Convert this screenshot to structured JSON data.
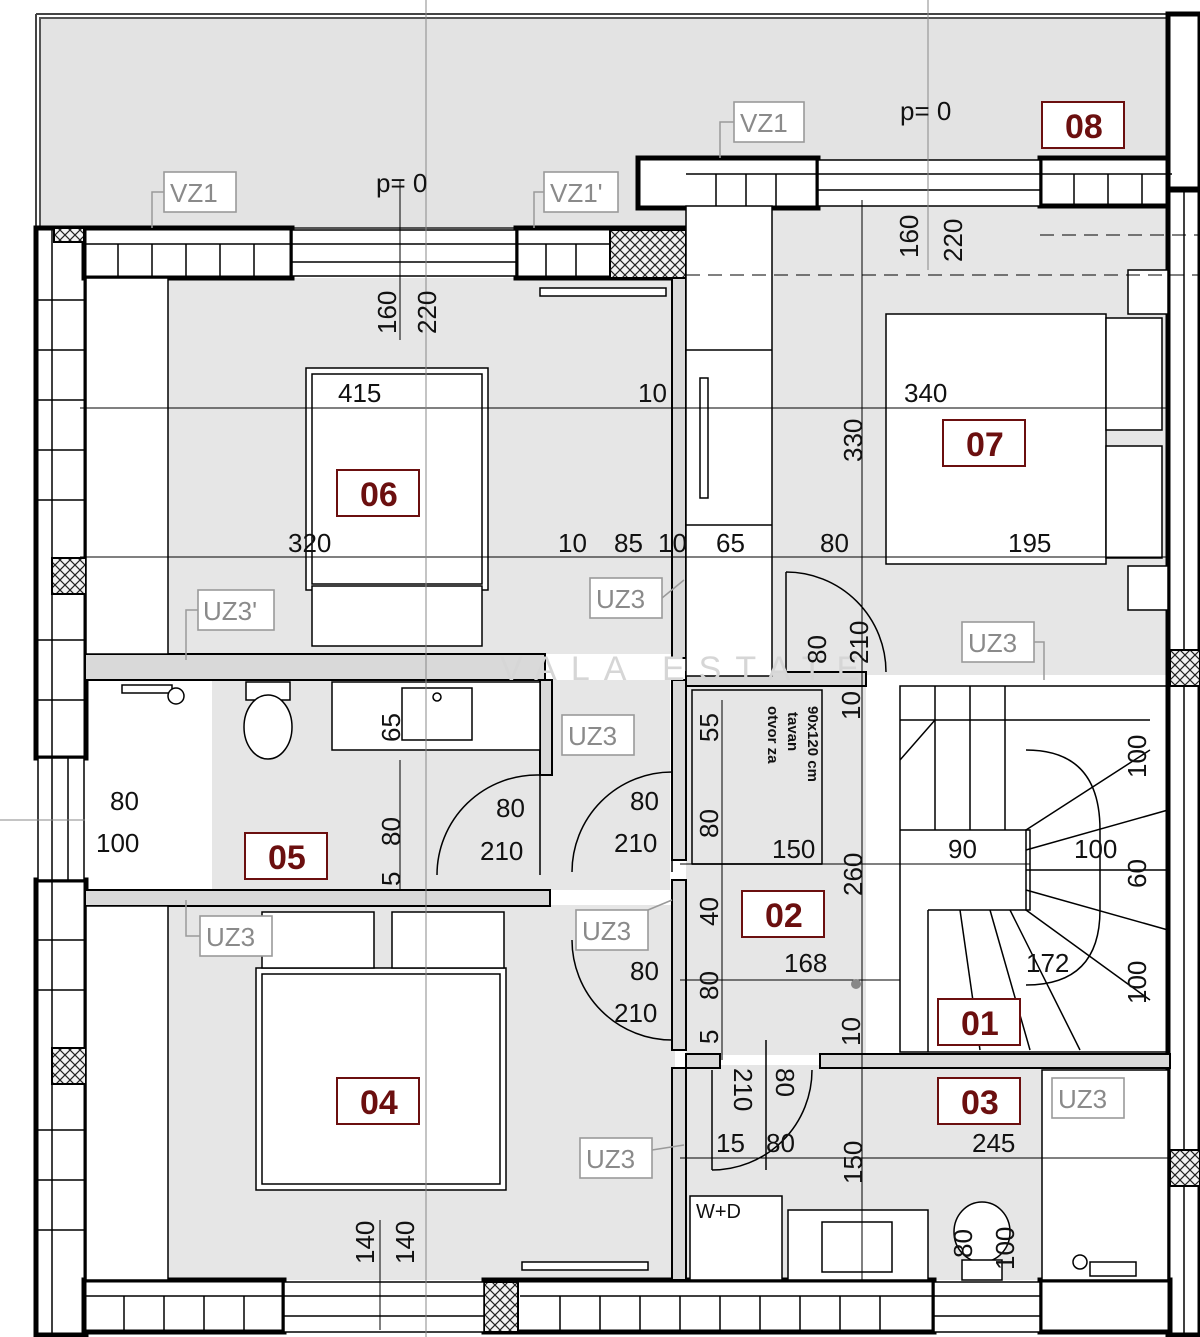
{
  "rooms": [
    {
      "id": "01"
    },
    {
      "id": "02"
    },
    {
      "id": "03"
    },
    {
      "id": "04"
    },
    {
      "id": "05"
    },
    {
      "id": "06"
    },
    {
      "id": "07"
    },
    {
      "id": "08"
    }
  ],
  "tags": {
    "vz1_a": "VZ1",
    "vz1_b": "VZ1",
    "vz1_prime": "VZ1'",
    "uz3_prime": "UZ3'",
    "uz3_a": "UZ3",
    "uz3_b": "UZ3",
    "uz3_c": "UZ3",
    "uz3_d": "UZ3",
    "uz3_e": "UZ3",
    "uz3_f": "UZ3",
    "uz3_g": "UZ3"
  },
  "levels": {
    "left": "p= 0",
    "right": "p= 0"
  },
  "dimensions": {
    "d160_left": "160",
    "d220_left": "220",
    "d160_right": "160",
    "d220_right": "220",
    "d415": "415",
    "d10_top": "10",
    "d340": "340",
    "d330": "330",
    "d320": "320",
    "d10_a": "10",
    "d85": "85",
    "d10_b": "10",
    "d65_top": "65",
    "d80_top": "80",
    "d195": "195",
    "d80_stair_door": "80",
    "d210_stair_door": "210",
    "d10_stair": "10",
    "d65_bath": "65",
    "d80_bath": "80",
    "d5_bath": "5",
    "d80_left_win": "80",
    "d100_left_win": "100",
    "d80_door05": "80",
    "d210_door05": "210",
    "d80_door02": "80",
    "d210_door02": "210",
    "d55": "55",
    "d80_hall": "80",
    "d150_hall": "150",
    "d260": "260",
    "d90": "90",
    "d100_s1": "100",
    "d100_s2": "100",
    "d60": "60",
    "d172": "172",
    "d100_s3": "100",
    "d40": "40",
    "d168": "168",
    "d80_door04": "80",
    "d210_door04": "210",
    "d80_hall2": "80",
    "d5_hall": "5",
    "d10_hall": "10",
    "d210_wc": "210",
    "d80_wc": "80",
    "d15": "15",
    "d80_wc2": "80",
    "d245": "245",
    "d150_wc": "150",
    "d140_a": "140",
    "d140_b": "140",
    "d80_toilet": "80",
    "d100_toilet": "100"
  },
  "attic_opening": {
    "line1": "otvor za",
    "line2": "tavan",
    "line3": "90x120 cm"
  },
  "fixtures": {
    "washer_dryer": "W+D"
  },
  "watermark": "VALA ESTATE",
  "colors": {
    "room_label": "#6b0f0f",
    "floor": "#e6e6e6",
    "wall": "#000000",
    "tag": "#8a8a8a"
  }
}
